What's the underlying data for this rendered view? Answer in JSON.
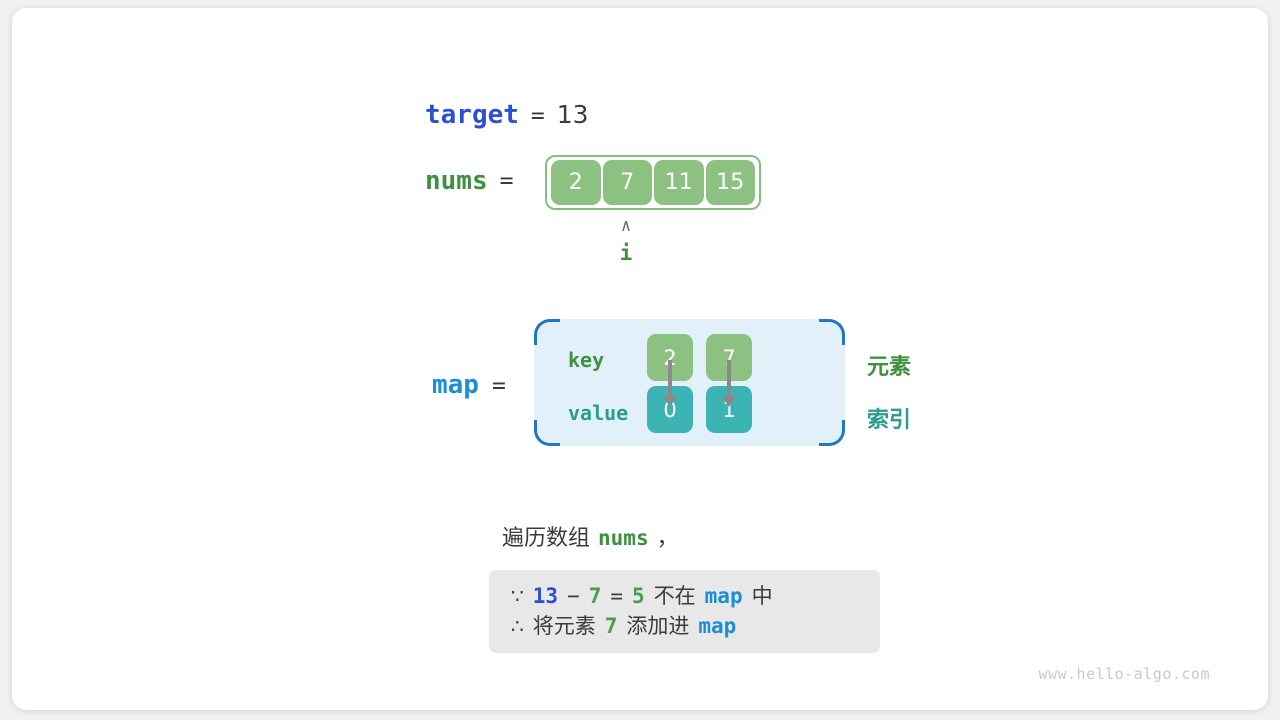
{
  "canvas": {
    "background": "#f0f0f0",
    "card_background": "#ffffff"
  },
  "colors": {
    "target_blue": "#2e4fd4",
    "map_blue": "#1a8fd4",
    "nums_green": "#3d9140",
    "element_green": "#8cc181",
    "index_teal": "#3cb4b4",
    "note_gray": "#e8e8e8",
    "map_panel_blue": "#e2f0fa",
    "arrow_gray": "#8a8a8a",
    "text_dark": "#3b3b3b"
  },
  "target": {
    "name": "target",
    "equals": "=",
    "value": "13"
  },
  "nums": {
    "name": "nums",
    "equals": "=",
    "cells": [
      "2",
      "7",
      "11",
      "15"
    ]
  },
  "pointer": {
    "caret": "∧",
    "label": "i",
    "points_to_index": 1
  },
  "map": {
    "name": "map",
    "equals": "=",
    "row_labels": {
      "key": "key",
      "value": "value"
    },
    "columns": [
      {
        "key": "2",
        "value": "0"
      },
      {
        "key": "7",
        "value": "1"
      }
    ],
    "side_labels": {
      "element": "元素",
      "index": "索引"
    }
  },
  "caption": {
    "prefix": "遍历数组",
    "code": "nums",
    "suffix": "，"
  },
  "note": {
    "line1": {
      "symbol": "∵",
      "a": "13",
      "minus": "−",
      "b": "7",
      "eq": "=",
      "result": "5",
      "mid": "不在",
      "map": "map",
      "end": "中"
    },
    "line2": {
      "symbol": "∴",
      "pre": "将元素",
      "val": "7",
      "mid": "添加进",
      "map": "map"
    }
  },
  "watermark": "www.hello-algo.com"
}
